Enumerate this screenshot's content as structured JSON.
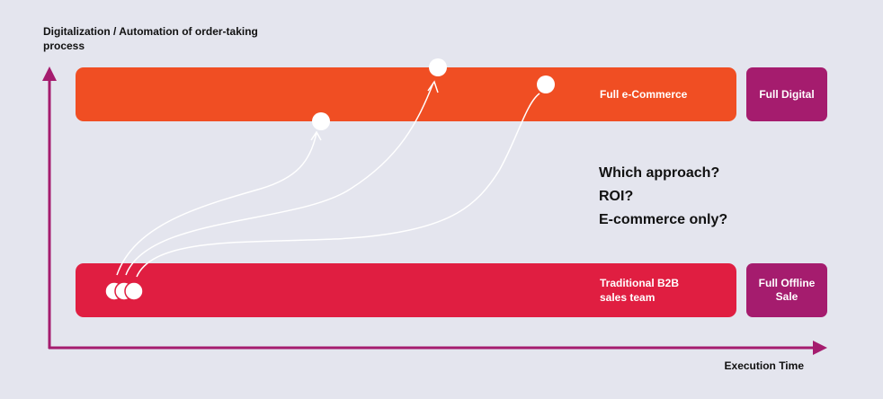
{
  "axes": {
    "y_label": "Digitalization / Automation of order-taking process",
    "x_label": "Execution Time"
  },
  "bars": {
    "top_label": "Full e-Commerce",
    "bottom_label": "Traditional B2B sales team"
  },
  "tags": {
    "top": "Full Digital",
    "bottom": "Full Offline Sale"
  },
  "questions": [
    "Which approach?",
    "ROI?",
    "E-commerce only?"
  ],
  "colors": {
    "background": "#e4e5ee",
    "ecommerce_bar": "#f04e23",
    "b2b_bar": "#e01e41",
    "tag": "#a51c6e",
    "axis": "#a51c6e"
  }
}
